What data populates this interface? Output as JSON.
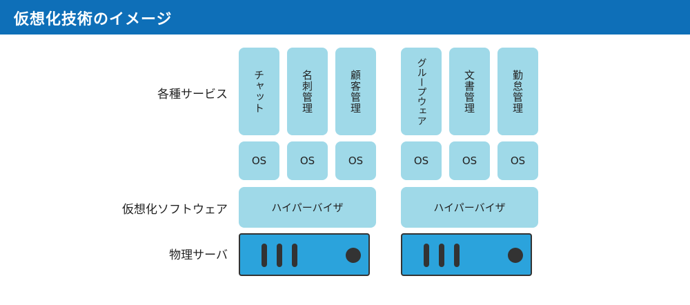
{
  "header": {
    "title": "仮想化技術のイメージ"
  },
  "labels": {
    "services": "各種サービス",
    "virtualization": "仮想化ソフトウェア",
    "physical": "物理サーバ"
  },
  "groups": [
    {
      "services": [
        "チャット",
        "名刺管理",
        "顧客管理"
      ],
      "os": [
        "OS",
        "OS",
        "OS"
      ],
      "hypervisor": "ハイパーバイザ"
    },
    {
      "services": [
        "グループウェア",
        "文書管理",
        "勤怠管理"
      ],
      "os": [
        "OS",
        "OS",
        "OS"
      ],
      "hypervisor": "ハイパーバイザ"
    }
  ],
  "colors": {
    "header": "#0e6fb8",
    "box": "#9fd9e8",
    "server": "#2ba3dc",
    "server_detail": "#333333"
  }
}
